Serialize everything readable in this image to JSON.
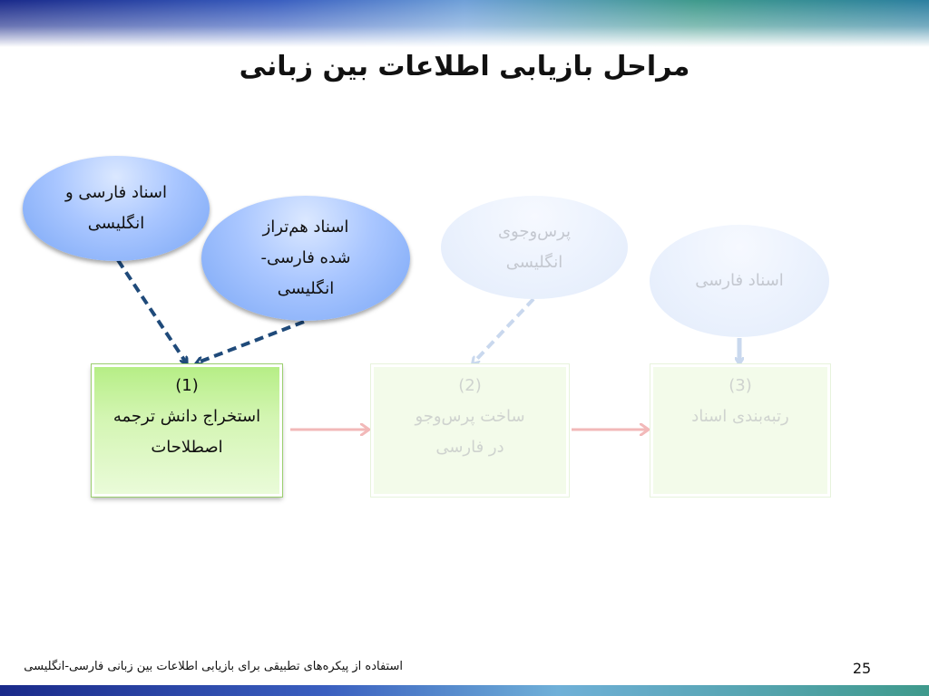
{
  "title": "مراحل بازیابی اطلاعات بین زبانی",
  "inputs": [
    {
      "text": "اسناد فارسی و انگلیسی"
    },
    {
      "text": "اسناد هم‌تراز شده فارسی-انگلیسی"
    },
    {
      "text": "پرس‌وجوی انگلیسی"
    },
    {
      "text": "اسناد فارسی"
    }
  ],
  "stages": [
    {
      "number": "(1)",
      "text": "استخراج دانش ترجمه اصطلاحات"
    },
    {
      "number": "(2)",
      "text": "ساخت پرس‌وجو در فارسی"
    },
    {
      "number": "(3)",
      "text": "رتبه‌بندی اسناد"
    }
  ],
  "footer": {
    "caption": "استفاده از پیکره‌های تطبیقی برای بازیابی اطلاعات بین زبانی فارسی-انگلیسی",
    "page": "25"
  },
  "colors": {
    "active_ellipse": "#79a6f5",
    "active_box": "#b6ee86",
    "dashed_arrow": "#1f4a7a",
    "stage_arrow": "#f2b9b9"
  }
}
